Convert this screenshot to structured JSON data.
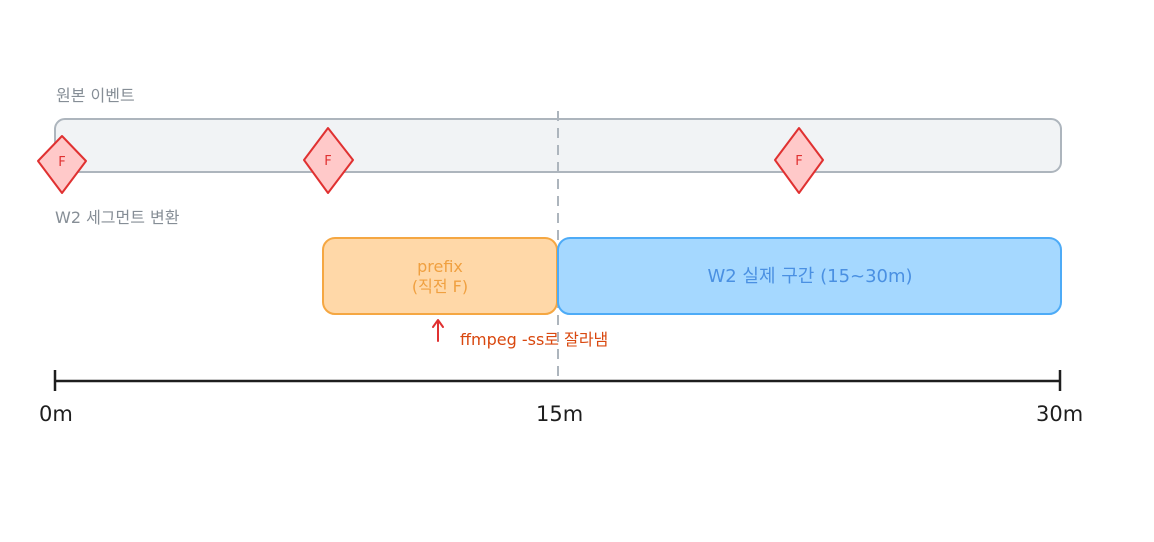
{
  "rows": {
    "original_label": "원본 이벤트",
    "segment_label": "W2 세그먼트 변환"
  },
  "markers": [
    {
      "label": "F"
    },
    {
      "label": "F"
    },
    {
      "label": "F"
    }
  ],
  "segments": {
    "prefix_line1": "prefix",
    "prefix_line2": "(직전 F)",
    "main": "W2 실제 구간 (15~30m)"
  },
  "annotation": {
    "text": "ffmpeg -ss로 잘라냄"
  },
  "axis": {
    "ticks": [
      "0m",
      "15m",
      "30m"
    ]
  },
  "colors": {
    "original_fill": "#f1f3f5",
    "original_stroke": "#adb5bd",
    "marker_fill": "#ffc9c9",
    "marker_stroke": "#e03131",
    "prefix_fill": "#ffd8a8",
    "prefix_stroke": "#f59f00",
    "main_fill": "#a5d8ff",
    "main_stroke": "#4dabf7",
    "annotation": "#e03131"
  }
}
